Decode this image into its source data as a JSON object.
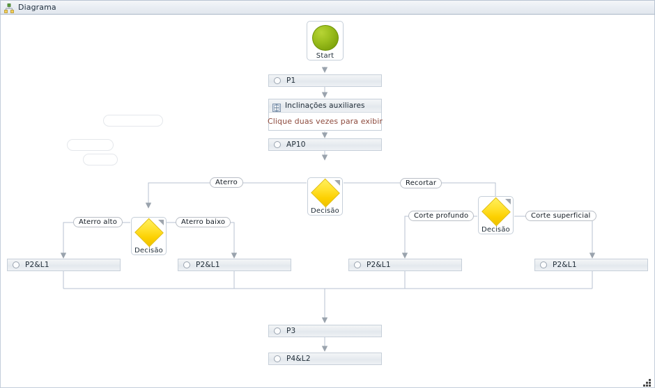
{
  "window": {
    "title": "Diagrama",
    "icon": "hierarchy-diagram-icon"
  },
  "canvas": {
    "background": "#ffffff",
    "border_color": "#c3cdda",
    "edge_color": "#b7c2d0",
    "arrow_color": "#9aa3ad"
  },
  "colors": {
    "start_green": "#9dc01f",
    "decision_yellow": "#ffe02a",
    "node_grey": "#e8ecf0",
    "node_border": "#c6cfd9",
    "hint_text": "#8d4a3d",
    "text": "#1e2b36"
  },
  "nodes": [
    {
      "id": "start",
      "type": "start",
      "label": "Start"
    },
    {
      "id": "p1",
      "type": "activity",
      "label": "P1"
    },
    {
      "id": "incl",
      "type": "subprocess",
      "label": "Inclinações auxiliares",
      "hint": "Clique duas vezes para exibir",
      "icon": "subprocess-icon"
    },
    {
      "id": "ap10",
      "type": "activity",
      "label": "AP10"
    },
    {
      "id": "dec_top",
      "type": "decision",
      "label": "Decisão"
    },
    {
      "id": "dec_left",
      "type": "decision",
      "label": "Decisão"
    },
    {
      "id": "dec_right",
      "type": "decision",
      "label": "Decisão"
    },
    {
      "id": "p2l1_a",
      "type": "activity",
      "label": "P2&L1"
    },
    {
      "id": "p2l1_b",
      "type": "activity",
      "label": "P2&L1"
    },
    {
      "id": "p2l1_c",
      "type": "activity",
      "label": "P2&L1"
    },
    {
      "id": "p2l1_d",
      "type": "activity",
      "label": "P2&L1"
    },
    {
      "id": "p3",
      "type": "activity",
      "label": "P3"
    },
    {
      "id": "p4l2",
      "type": "activity",
      "label": "P4&L2"
    }
  ],
  "edge_labels": [
    {
      "id": "aterro",
      "text": "Aterro"
    },
    {
      "id": "recortar",
      "text": "Recortar"
    },
    {
      "id": "aterro_alto",
      "text": "Aterro alto"
    },
    {
      "id": "aterro_baixo",
      "text": "Aterro baixo"
    },
    {
      "id": "corte_profundo",
      "text": "Corte profundo"
    },
    {
      "id": "corte_superficial",
      "text": "Corte superficial"
    }
  ],
  "ghost_labels": [
    {
      "id": "ghost_1",
      "text": ""
    },
    {
      "id": "ghost_2",
      "text": ""
    },
    {
      "id": "ghost_3",
      "text": ""
    }
  ],
  "statusbar": {
    "resize_grip": "resize-grip-icon"
  }
}
